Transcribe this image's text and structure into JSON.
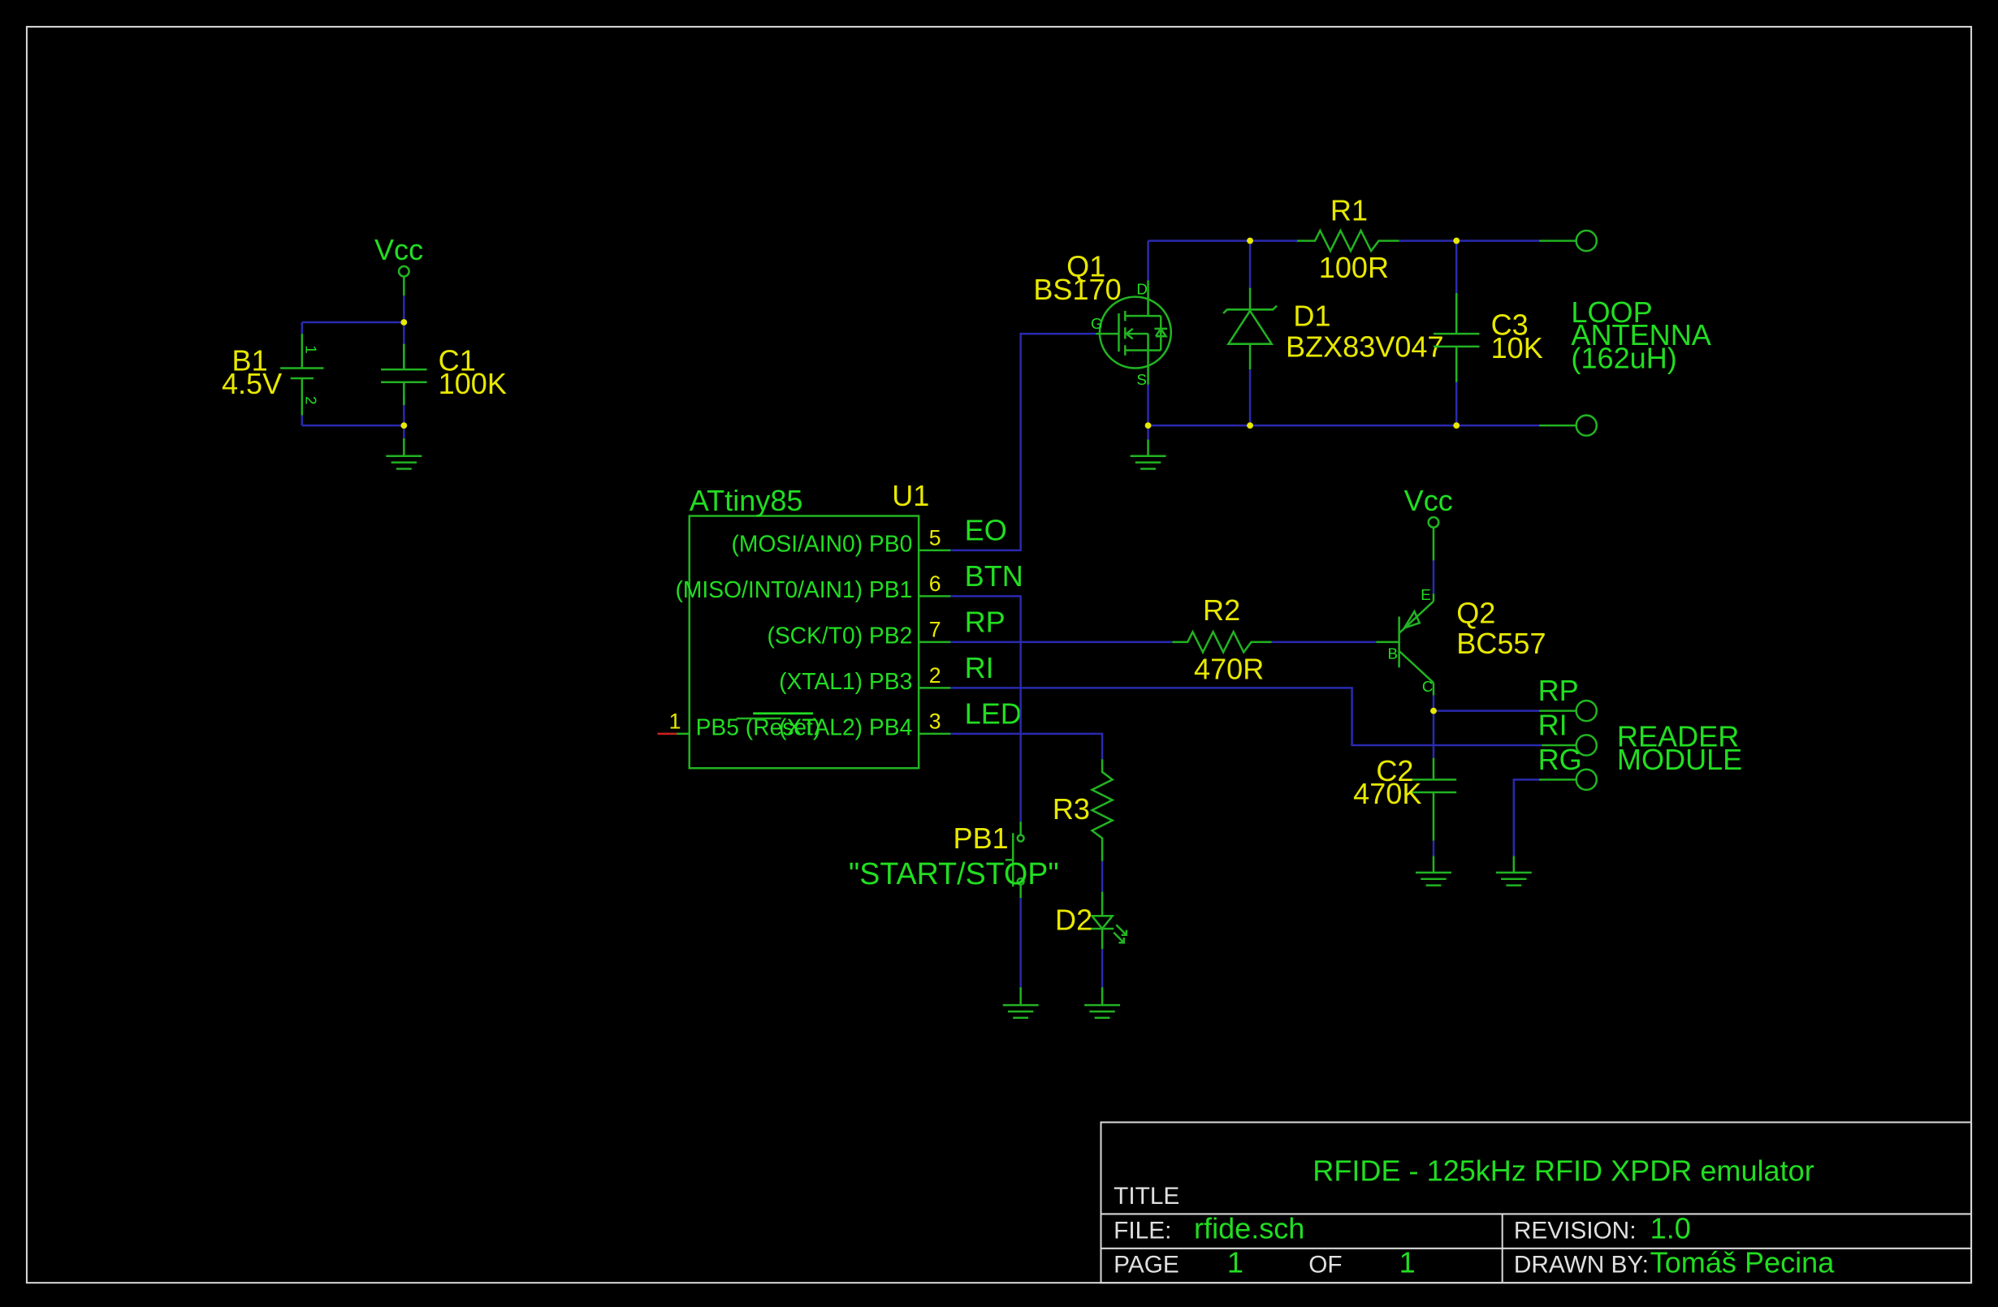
{
  "power": {
    "vcc_top": "Vcc",
    "vcc_q2": "Vcc"
  },
  "battery": {
    "ref": "B1",
    "value": "4.5V",
    "pin1": "1",
    "pin2": "2"
  },
  "c1": {
    "ref": "C1",
    "value": "100K"
  },
  "u1": {
    "part": "ATtiny85",
    "ref": "U1",
    "pins": [
      {
        "num": "5",
        "label": "(MOSI/AIN0) PB0",
        "net": "EO"
      },
      {
        "num": "6",
        "label": "(MISO/INT0/AIN1) PB1",
        "net": "BTN"
      },
      {
        "num": "7",
        "label": "(SCK/T0) PB2",
        "net": "RP"
      },
      {
        "num": "2",
        "label": "(XTAL1) PB3",
        "net": "RI"
      },
      {
        "num": "3",
        "label": "(XTAL2) PB4",
        "net": "LED"
      }
    ],
    "reset_pin": {
      "num": "1",
      "label": "PB5 (",
      "overline": "Reset",
      "close": ")"
    }
  },
  "q1": {
    "ref": "Q1",
    "value": "BS170",
    "pin_g": "G",
    "pin_d": "D",
    "pin_s": "S"
  },
  "d1": {
    "ref": "D1",
    "value": "BZX83V047"
  },
  "r1": {
    "ref": "R1",
    "value": "100R"
  },
  "c3": {
    "ref": "C3",
    "value": "10K"
  },
  "antenna": {
    "line1": "LOOP",
    "line2": "ANTENNA",
    "line3": "(162uH)"
  },
  "r2": {
    "ref": "R2",
    "value": "470R"
  },
  "q2": {
    "ref": "Q2",
    "value": "BC557",
    "pin_e": "E",
    "pin_b": "B",
    "pin_c": "C"
  },
  "c2": {
    "ref": "C2",
    "value": "470K"
  },
  "reader": {
    "line1": "READER",
    "line2": "MODULE",
    "pins": [
      "RP",
      "RI",
      "RG"
    ]
  },
  "r3": {
    "ref": "R3"
  },
  "d2": {
    "ref": "D2"
  },
  "pb1": {
    "ref": "PB1",
    "value": "\"START/STOP\""
  },
  "title_block": {
    "title_label": "TITLE",
    "title": "RFIDE - 125kHz RFID XPDR emulator",
    "file_label": "FILE:",
    "file": "rfide.sch",
    "page_label": "PAGE",
    "page": "1",
    "of_label": "OF",
    "of": "1",
    "revision_label": "REVISION:",
    "revision": "1.0",
    "drawn_label": "DRAWN BY:",
    "drawn": "Tomáš Pecina"
  }
}
